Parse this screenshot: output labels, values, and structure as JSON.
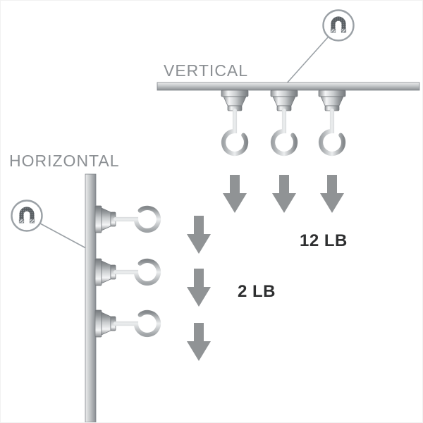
{
  "vertical_section": {
    "label": "VERTICAL",
    "weight_label": "12 LB",
    "hook_count": 3,
    "arrow_count": 3,
    "icon": "horseshoe-magnet-icon"
  },
  "horizontal_section": {
    "label": "HORIZONTAL",
    "weight_label": "2 LB",
    "hook_count": 3,
    "arrow_count": 3,
    "icon": "horseshoe-magnet-icon"
  },
  "colors": {
    "section_label": "#8b8f93",
    "weight_label": "#2e2f30",
    "arrow": "#909395",
    "metal_light": "#e9eaeb",
    "metal_dark": "#8f9396",
    "background": "#ffffff"
  }
}
